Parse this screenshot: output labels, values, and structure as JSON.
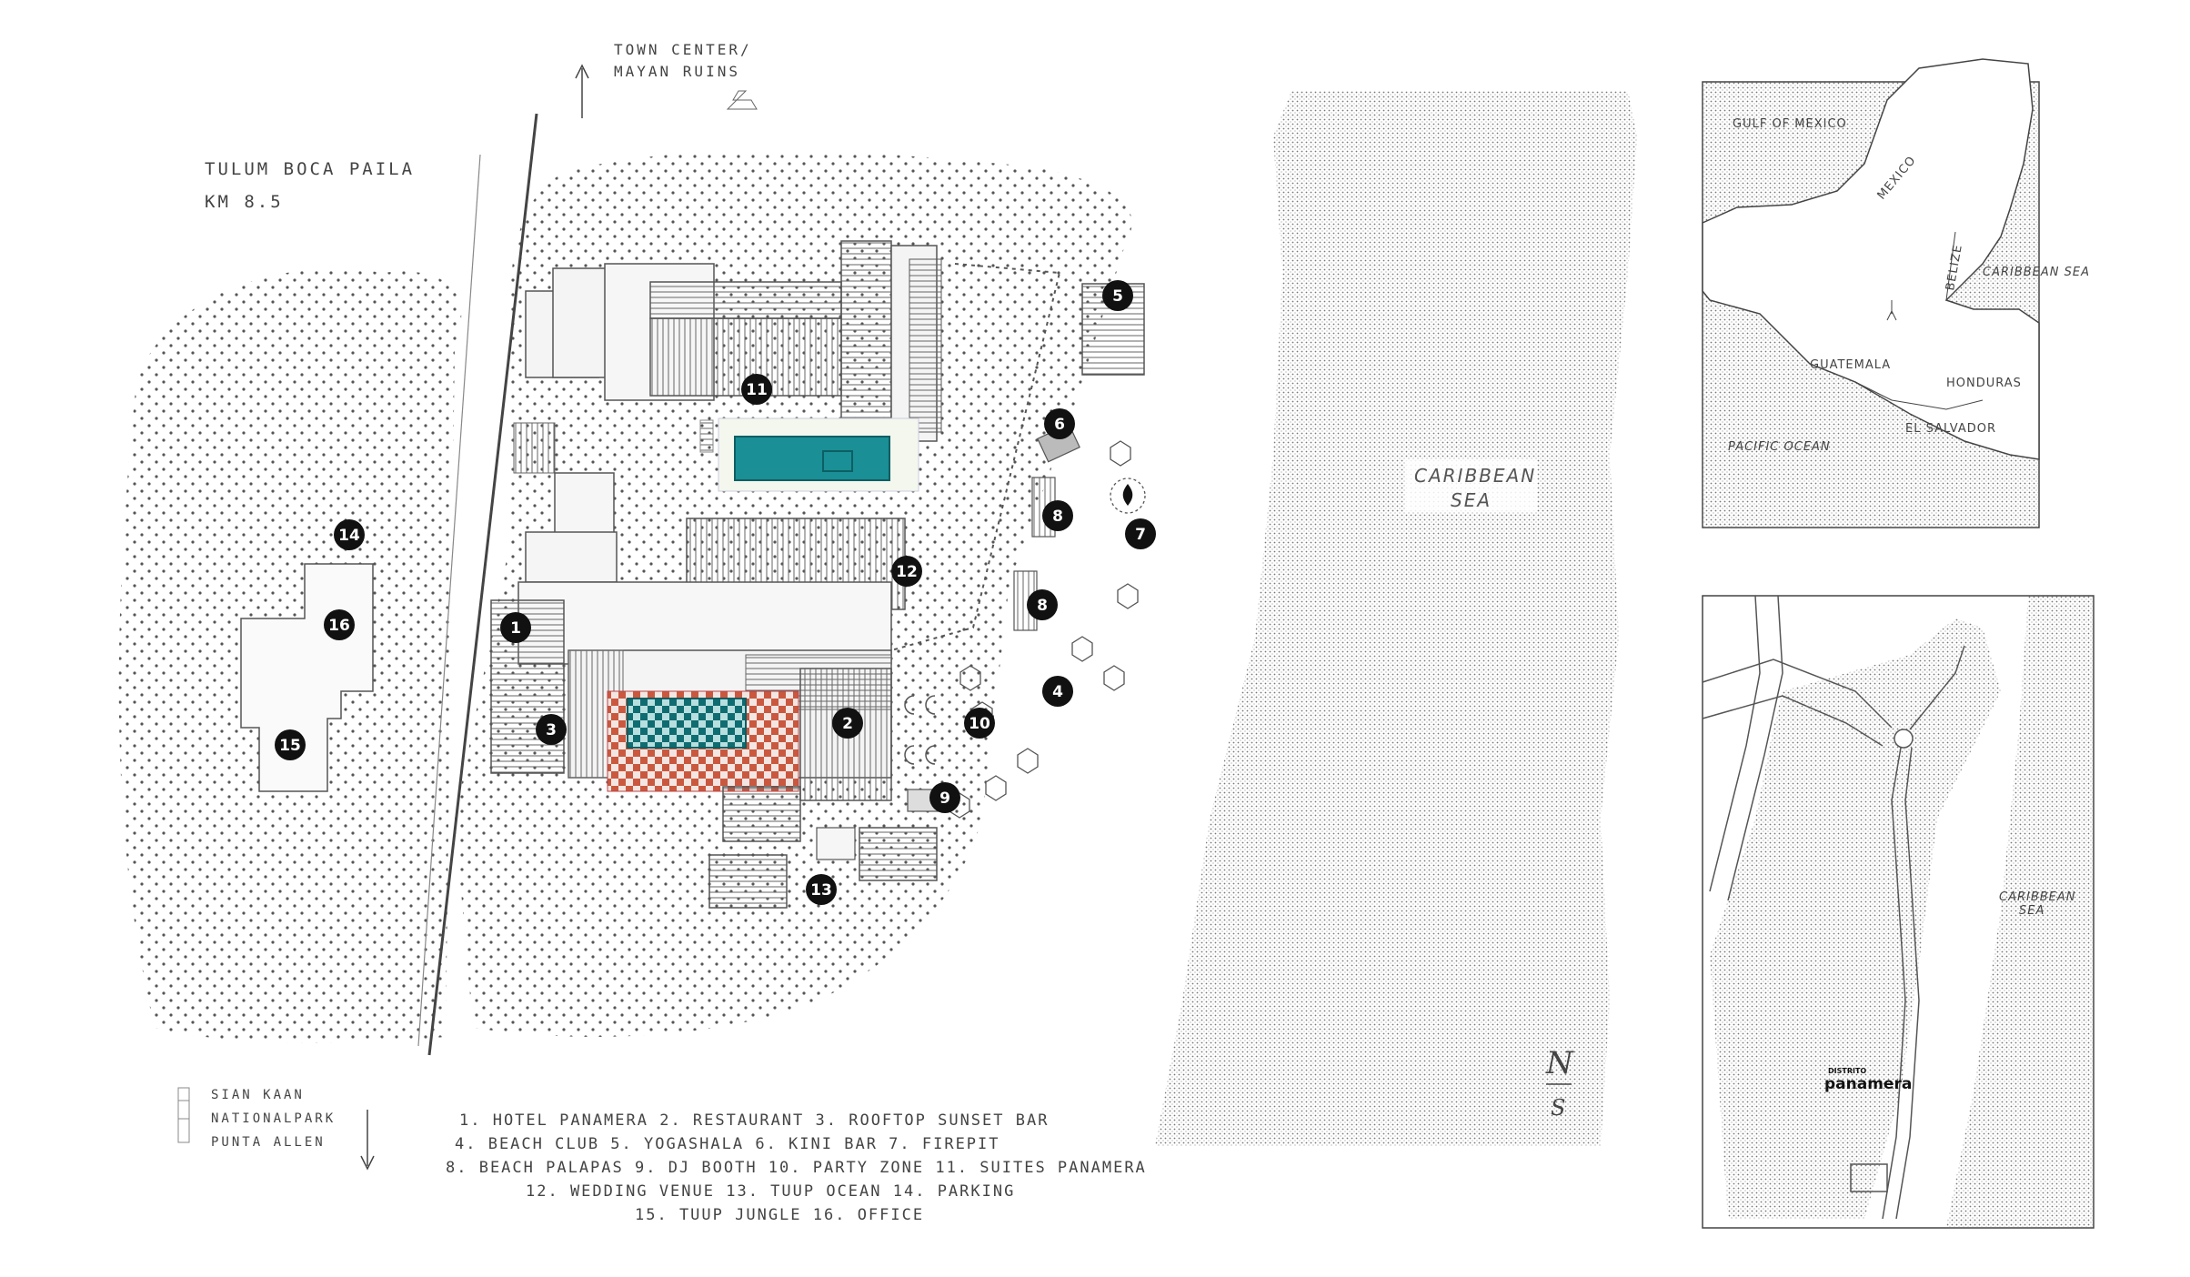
{
  "site_name": "TULUM BOCA PAILA",
  "site_km": "KM 8.5",
  "north_label": "TOWN CENTER/",
  "north_label_2": "MAYAN RUINS",
  "south_label_1": "SIAN KAAN",
  "south_label_2": "NATIONALPARK",
  "south_label_3": "PUNTA ALLEN",
  "sea_label_1": "CARIBBEAN",
  "sea_label_2": "SEA",
  "compass_n": "N",
  "compass_s": "S",
  "markers": [
    {
      "n": "1"
    },
    {
      "n": "2"
    },
    {
      "n": "3"
    },
    {
      "n": "4"
    },
    {
      "n": "5"
    },
    {
      "n": "6"
    },
    {
      "n": "7"
    },
    {
      "n": "8"
    },
    {
      "n": "8"
    },
    {
      "n": "9"
    },
    {
      "n": "10"
    },
    {
      "n": "11"
    },
    {
      "n": "12"
    },
    {
      "n": "13"
    },
    {
      "n": "14"
    },
    {
      "n": "15"
    },
    {
      "n": "16"
    }
  ],
  "legend_lines": [
    "1. HOTEL PANAMERA      2. RESTAURANT     3. ROOFTOP SUNSET BAR",
    "4. BEACH CLUB      5. YOGASHALA      6. KINI BAR      7. FIREPIT",
    "8. BEACH PALAPAS   9. DJ BOOTH    10. PARTY ZONE    11. SUITES PANAMERA",
    "12. WEDDING VENUE     13. TUUP OCEAN     14. PARKING",
    "15. TUUP JUNGLE      16. OFFICE"
  ],
  "inset_region": {
    "gulf": "GULF OF MEXICO",
    "mexico": "MEXICO",
    "belize": "BELIZE",
    "caribbean": "CARIBBEAN SEA",
    "guatemala": "GUATEMALA",
    "honduras": "HONDURAS",
    "el_salvador": "EL SALVADOR",
    "pacific": "PACIFIC OCEAN"
  },
  "inset_local": {
    "caribbean_1": "CARIBBEAN",
    "caribbean_2": "SEA",
    "distrito": "DISTRITO",
    "panamera": "panamera"
  },
  "colors": {
    "pool": "#1a8f95",
    "checker_red": "#c9583f",
    "marker": "#111111",
    "stipple": "#8a8a8a"
  }
}
